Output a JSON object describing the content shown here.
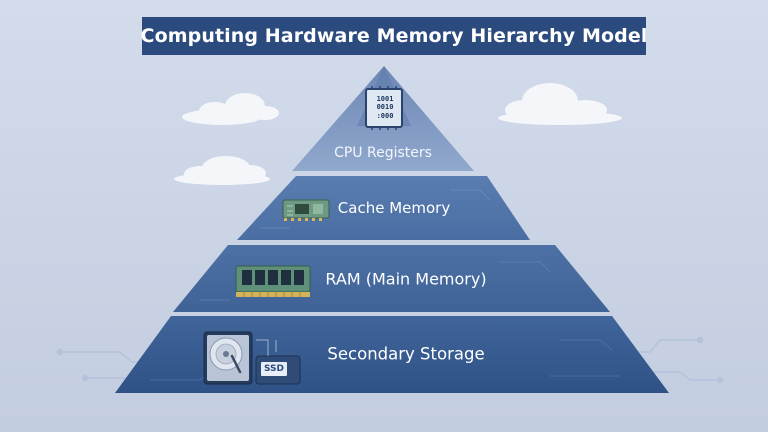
{
  "title": "Computing Hardware Memory Hierarchy Model",
  "tiers": [
    {
      "label": "CPU Registers",
      "icon": "binary-chip-icon"
    },
    {
      "label": "Cache Memory",
      "icon": "circuit-board-icon"
    },
    {
      "label": "RAM (Main Memory)",
      "icon": "ram-module-icon"
    },
    {
      "label": "Secondary Storage",
      "icon": "hdd-ssd-icon"
    }
  ],
  "chip_text": [
    "1001",
    "0010",
    ":000"
  ],
  "ssd_label": "SSD",
  "colors": {
    "background": "#cbd5e6",
    "banner": "#2b4b7e",
    "apex": "#7e98c2",
    "tier1": "#4f73a8",
    "tier2": "#456b9f",
    "tier3": "#36598c"
  }
}
